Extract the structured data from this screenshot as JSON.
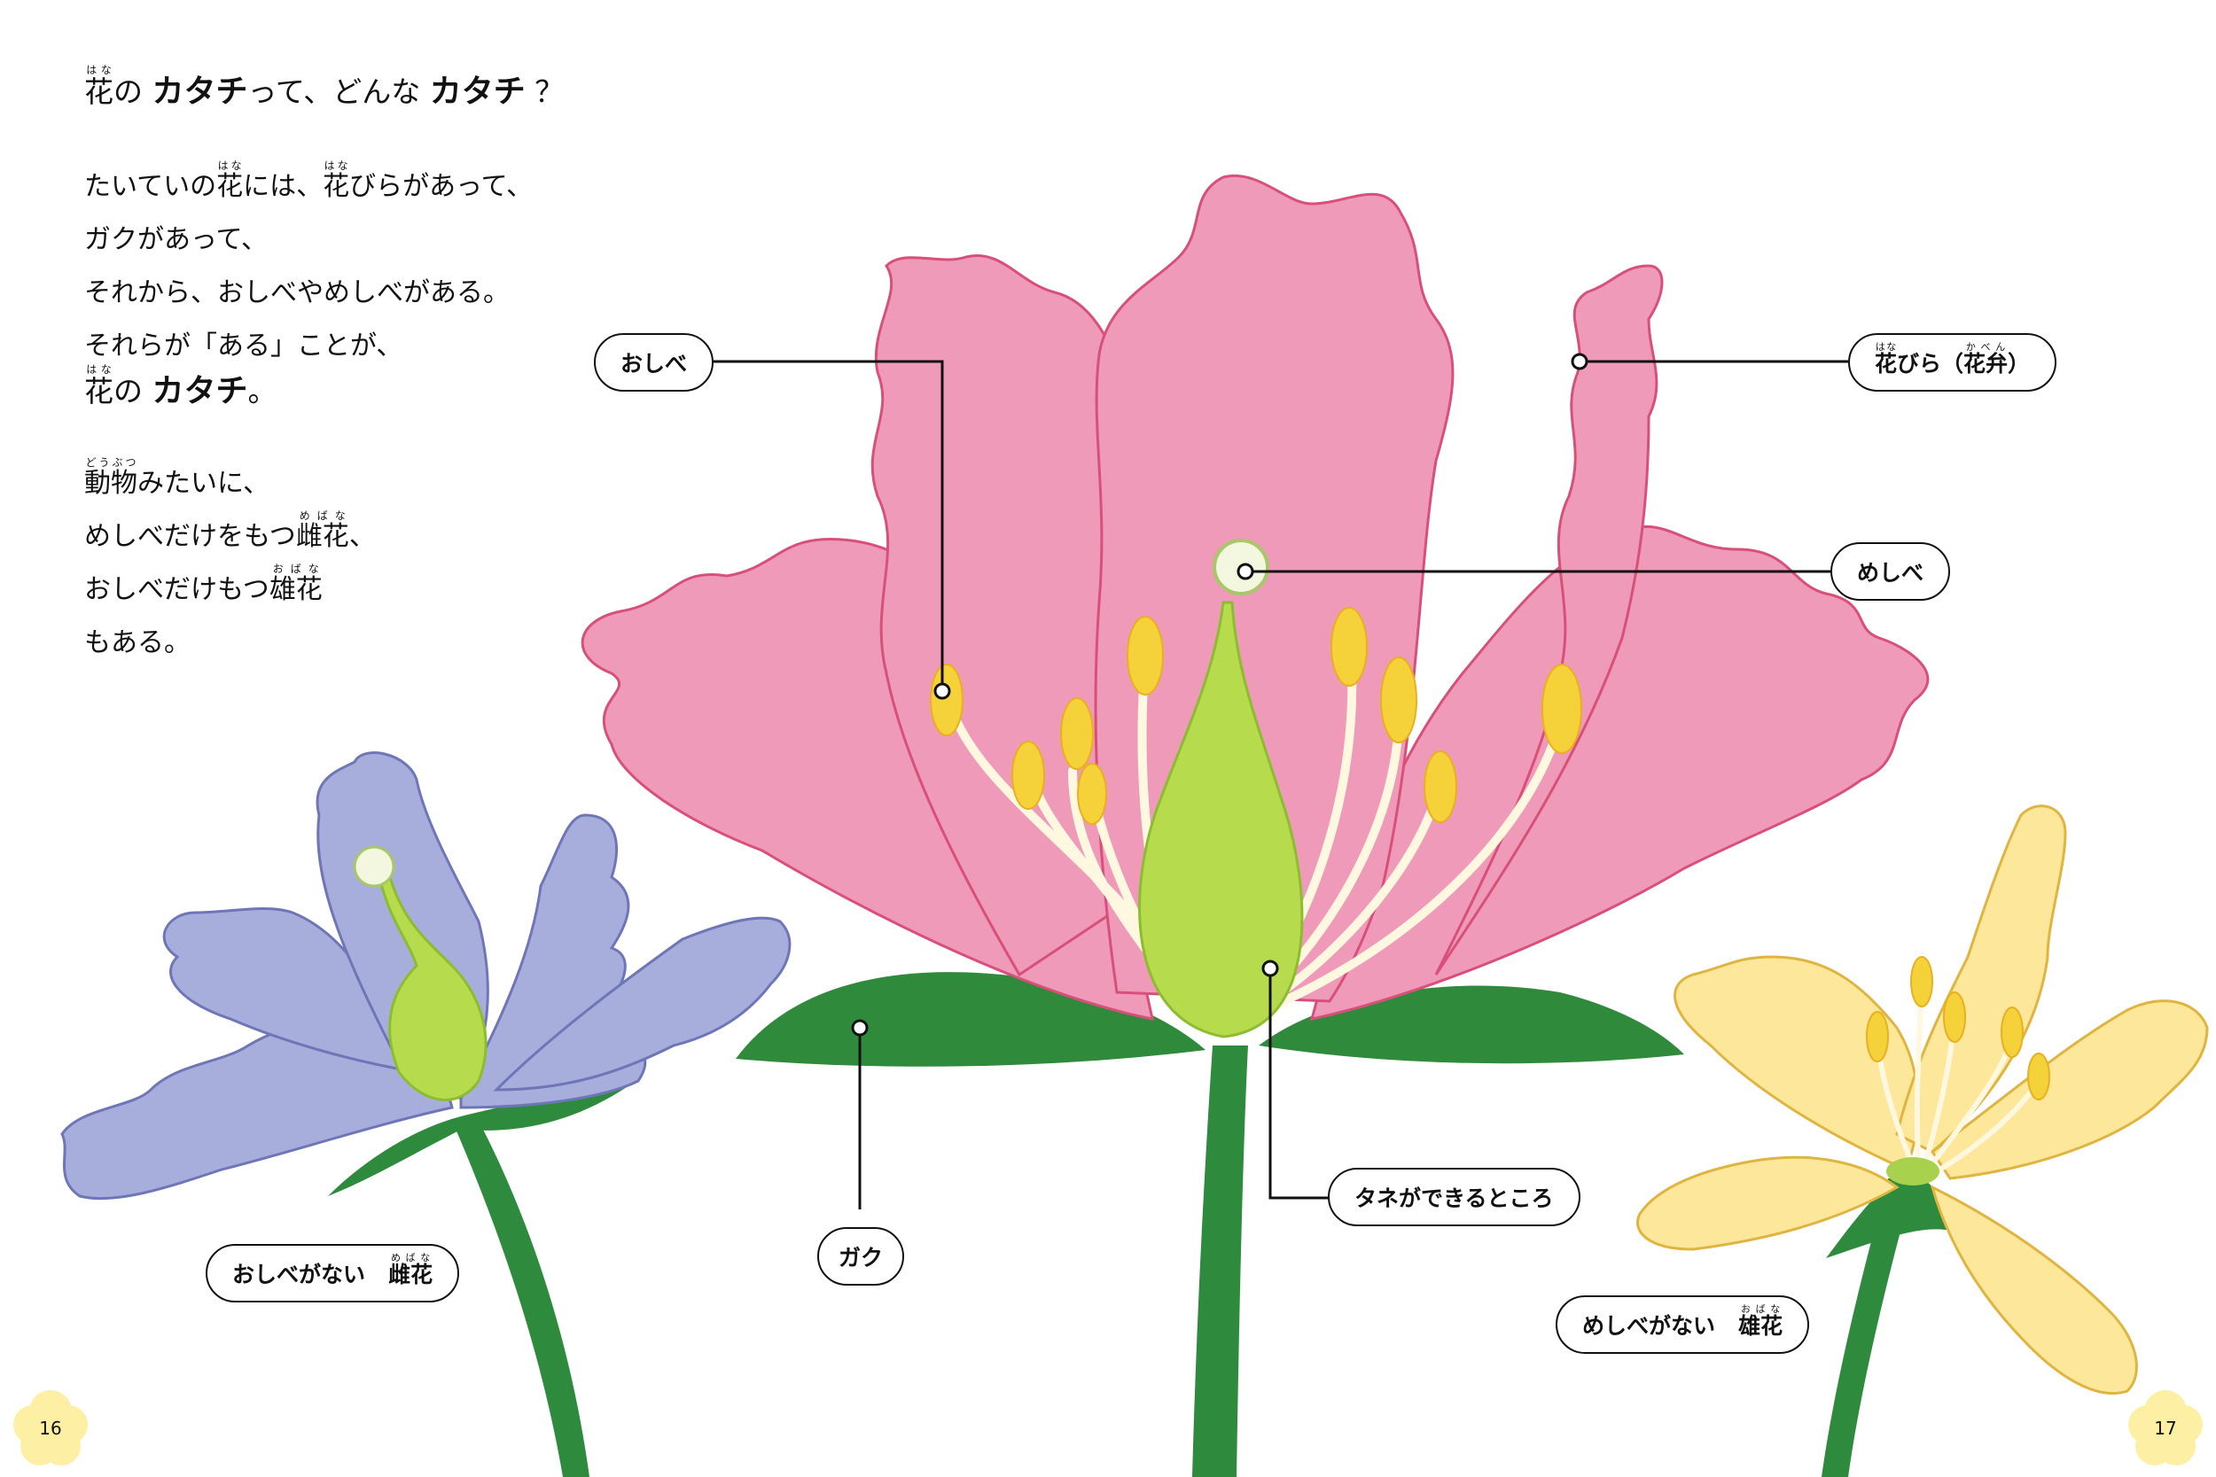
{
  "heading": {
    "hana": "花",
    "hana_ruby": "はな",
    "no": "の",
    "katachi1": "カタチ",
    "mid": "って、どんな",
    "katachi2": "カタチ",
    "q": "？"
  },
  "lines": {
    "l1_pre": "たいていの",
    "l1_hana": "花",
    "l1_hana_ruby": "はな",
    "l1_mid": "には、",
    "l1_hana2": "花",
    "l1_hana2_ruby": "はな",
    "l1_post": "びらがあって、",
    "l2": "ガクがあって、",
    "l3": "それから、おしべやめしべがある。",
    "l4": "それらが「ある」ことが、",
    "l5_hana": "花",
    "l5_hana_ruby": "はな",
    "l5_no": "の",
    "l5_katachi": "カタチ",
    "l5_end": "。",
    "l6_dobutsu": "動物",
    "l6_dobutsu_ruby": "どうぶつ",
    "l6_post": "みたいに、",
    "l7_pre": "めしべだけをもつ",
    "l7_mebana": "雌花",
    "l7_mebana_ruby": "めばな",
    "l7_post": "、",
    "l8_pre": "おしべだけもつ",
    "l8_obana": "雄花",
    "l8_obana_ruby": "おばな",
    "l9": "もある。"
  },
  "labels": {
    "oshibe": "おしべ",
    "kaben_hana": "花",
    "kaben_hana_ruby": "はな",
    "kaben_mid": "びら（",
    "kaben_kaben": "花弁",
    "kaben_kaben_ruby": "かべん",
    "kaben_end": "）",
    "meshibe": "めしべ",
    "tane": "タネができるところ",
    "gaku": "ガク",
    "mebana_pre": "おしべがない",
    "mebana": "雌花",
    "mebana_ruby": "めばな",
    "obana_pre": "めしべがない",
    "obana": "雄花",
    "obana_ruby": "おばな"
  },
  "pages": {
    "left": "16",
    "right": "17"
  },
  "colors": {
    "pink_petal": "#ef9ab8",
    "blue_petal": "#a8aedb",
    "yellow_petal": "#fde79a",
    "leaf": "#2e8b3e",
    "pistil": "#b6dc4e",
    "anther": "#f6d23a",
    "page_badge": "#fdf0a4"
  }
}
